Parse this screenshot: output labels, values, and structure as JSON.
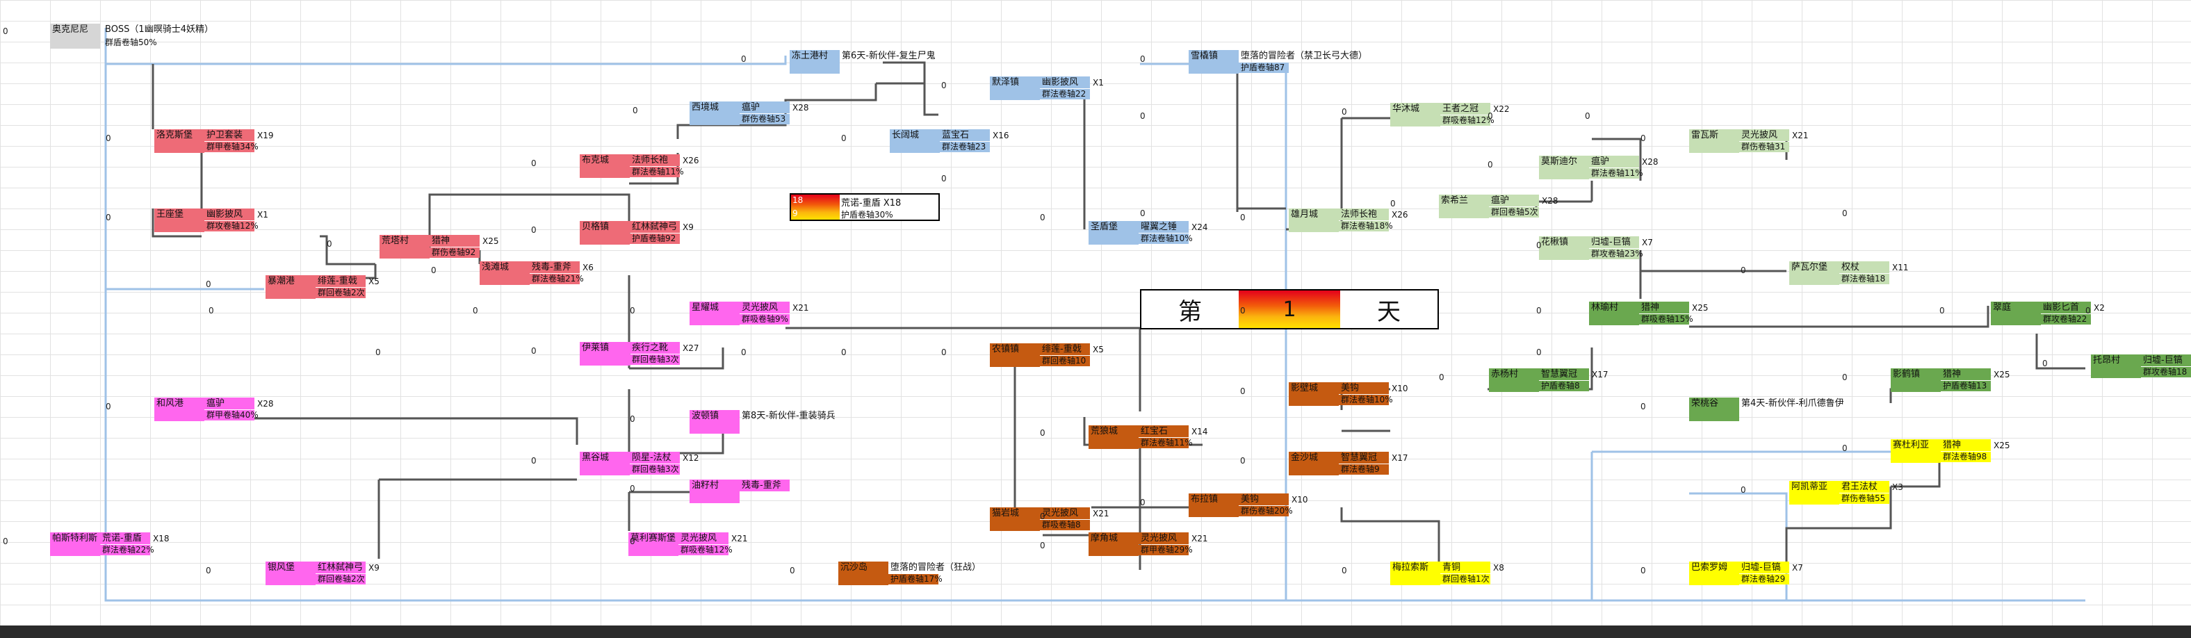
{
  "sheet": {
    "corner_zero": "0",
    "title_cell": "奥克尼尼",
    "boss": {
      "name": "BOSS（1幽暝骑士4妖精）",
      "bonus": "群盾卷轴50%"
    },
    "day_box": {
      "prefix": "第",
      "number": "1",
      "suffix": "天"
    },
    "boss_badge": {
      "top": "18",
      "bottom": "9",
      "name": "荒诺-重盾 X18",
      "bonus": "护盾卷轴30%"
    }
  },
  "zeros": [
    "0",
    "0",
    "0",
    "0",
    "0",
    "0",
    "0",
    "0",
    "0",
    "0",
    "0",
    "0",
    "0",
    "0",
    "0",
    "0",
    "0",
    "0",
    "0",
    "0",
    "0",
    "0",
    "0",
    "0",
    "0",
    "0",
    "0",
    "0",
    "0",
    "0",
    "0",
    "0",
    "0",
    "0",
    "0",
    "0",
    "0",
    "0",
    "0",
    "0",
    "0",
    "0",
    "0",
    "0",
    "0",
    "0",
    "0",
    "0",
    "0",
    "0",
    "0",
    "0",
    "0",
    "0",
    "0",
    "0",
    "0",
    "0",
    "0",
    "0",
    "0"
  ],
  "nodes": [
    {
      "place": "冻土港村",
      "name": "第6天-新伙伴-复生尸鬼",
      "bonus": "",
      "mult": ""
    },
    {
      "place": "雪橇镇",
      "name": "堕落的冒险者（禁卫长弓大德）",
      "bonus": "护盾卷轴87",
      "mult": ""
    },
    {
      "place": "默泽镇",
      "name": "幽影披风",
      "bonus": "群法卷轴22",
      "mult": "X1"
    },
    {
      "place": "西境城",
      "name": "瘟驴",
      "bonus": "群伤卷轴53",
      "mult": "X28"
    },
    {
      "place": "长阔城",
      "name": "蓝宝石",
      "bonus": "群法卷轴23",
      "mult": "X16"
    },
    {
      "place": "洛克斯堡",
      "name": "护卫套装",
      "bonus": "群甲卷轴34%",
      "mult": "X19"
    },
    {
      "place": "布克城",
      "name": "法师长袍",
      "bonus": "群法卷轴11%",
      "mult": "X26"
    },
    {
      "place": "王座堡",
      "name": "幽影披风",
      "bonus": "群攻卷轴12%",
      "mult": "X1"
    },
    {
      "place": "贝格镇",
      "name": "红林弑神弓",
      "bonus": "护盾卷轴92",
      "mult": "X9"
    },
    {
      "place": "荒塔村",
      "name": "猎神",
      "bonus": "群伤卷轴92",
      "mult": "X25"
    },
    {
      "place": "浅滩城",
      "name": "残毒-重斧",
      "bonus": "群法卷轴21%",
      "mult": "X6"
    },
    {
      "place": "暴潮港",
      "name": "绯莲-重戟",
      "bonus": "群回卷轴2次",
      "mult": "X5"
    },
    {
      "place": "星耀城",
      "name": "灵光披风",
      "bonus": "群吸卷轴9%",
      "mult": "X21"
    },
    {
      "place": "伊莱镇",
      "name": "疾行之靴",
      "bonus": "群回卷轴3次",
      "mult": "X27"
    },
    {
      "place": "和风港",
      "name": "瘟驴",
      "bonus": "群甲卷轴40%",
      "mult": "X28"
    },
    {
      "place": "波顿镇",
      "name": "第8天-新伙伴-重装骑兵",
      "bonus": "",
      "mult": ""
    },
    {
      "place": "黑谷城",
      "name": "陨星-法杖",
      "bonus": "群回卷轴3次",
      "mult": "X12"
    },
    {
      "place": "油籽村",
      "name": "残毒-重斧",
      "bonus": "",
      "mult": ""
    },
    {
      "place": "帕斯特利斯",
      "name": "荒诺-重盾",
      "bonus": "群法卷轴22%",
      "mult": "X18"
    },
    {
      "place": "莫利赛斯堡",
      "name": "灵光披风",
      "bonus": "群吸卷轴12%",
      "mult": "X21"
    },
    {
      "place": "银风堡",
      "name": "红林弑神弓",
      "bonus": "群回卷轴2次",
      "mult": "X9"
    },
    {
      "place": "圣盾堡",
      "name": "曜翼之锤",
      "bonus": "群法卷轴10%",
      "mult": "X24"
    },
    {
      "place": "农镇镇",
      "name": "绯莲-重戟",
      "bonus": "群回卷轴10",
      "mult": "X5"
    },
    {
      "place": "荒狼城",
      "name": "红宝石",
      "bonus": "群法卷轴11%",
      "mult": "X14"
    },
    {
      "place": "猫岩城",
      "name": "灵光披风",
      "bonus": "群吸卷轴8",
      "mult": "X21"
    },
    {
      "place": "摩角城",
      "name": "灵光披风",
      "bonus": "群甲卷轴29%",
      "mult": "X21"
    },
    {
      "place": "布拉镇",
      "name": "美钩",
      "bonus": "群伤卷轴20%",
      "mult": "X10"
    },
    {
      "place": "沉沙岛",
      "name": "堕落的冒险者（狂战）",
      "bonus": "护盾卷轴17%",
      "mult": ""
    },
    {
      "place": "华沐城",
      "name": "王者之冠",
      "bonus": "群吸卷轴12%",
      "mult": "X22"
    },
    {
      "place": "雄月城",
      "name": "法师长袍",
      "bonus": "群法卷轴18%",
      "mult": "X26"
    },
    {
      "place": "索希兰",
      "name": "瘟驴",
      "bonus": "群回卷轴5次",
      "mult": "X28"
    },
    {
      "place": "莫斯迪尔",
      "name": "瘟驴",
      "bonus": "群法卷轴11%",
      "mult": "X28"
    },
    {
      "place": "雷瓦斯",
      "name": "灵光披风",
      "bonus": "群伤卷轴31",
      "mult": "X21"
    },
    {
      "place": "花楸镇",
      "name": "归墟-巨镐",
      "bonus": "群攻卷轴23%",
      "mult": "X7"
    },
    {
      "place": "萨瓦尔堡",
      "name": "权杖",
      "bonus": "群法卷轴18",
      "mult": "X11"
    },
    {
      "place": "林瑜村",
      "name": "猎神",
      "bonus": "群吸卷轴15%",
      "mult": "X25"
    },
    {
      "place": "翠庭",
      "name": "幽影匕首",
      "bonus": "群攻卷轴22",
      "mult": "X2"
    },
    {
      "place": "托昂村",
      "name": "归墟-巨镐",
      "bonus": "群攻卷轴18",
      "mult": ""
    },
    {
      "place": "影壁城",
      "name": "美钩",
      "bonus": "群法卷轴10%",
      "mult": "X10"
    },
    {
      "place": "赤杨村",
      "name": "智慧翼冠",
      "bonus": "护盾卷轴8",
      "mult": "X17"
    },
    {
      "place": "影鹤镇",
      "name": "猎神",
      "bonus": "护盾卷轴13",
      "mult": "X25"
    },
    {
      "place": "荣桃谷",
      "name": "第4天-新伙伴-利爪德鲁伊",
      "bonus": "",
      "mult": ""
    },
    {
      "place": "金沙城",
      "name": "智慧翼冠",
      "bonus": "群法卷轴9",
      "mult": "X17"
    },
    {
      "place": "赛杜利亚",
      "name": "猎神",
      "bonus": "群法卷轴98",
      "mult": "X25"
    },
    {
      "place": "阿凯蒂亚",
      "name": "君王法杖",
      "bonus": "群伤卷轴55",
      "mult": "X3"
    },
    {
      "place": "梅拉索斯",
      "name": "青铜",
      "bonus": "群回卷轴1次",
      "mult": "X8"
    },
    {
      "place": "巴索罗姆",
      "name": "归墟-巨镐",
      "bonus": "群法卷轴29",
      "mult": "X7"
    }
  ],
  "colors": {
    "red": "#ee6b77",
    "blue": "#9fc2e7",
    "light_green": "#c6dfb4",
    "dark_green": "#6aa84f",
    "magenta": "#ff66ee",
    "orange": "#c55a11",
    "yellow": "#ffff00",
    "grey": "#d6d6d6",
    "line_grey": "#555555",
    "line_blue": "#9fc2e7"
  }
}
